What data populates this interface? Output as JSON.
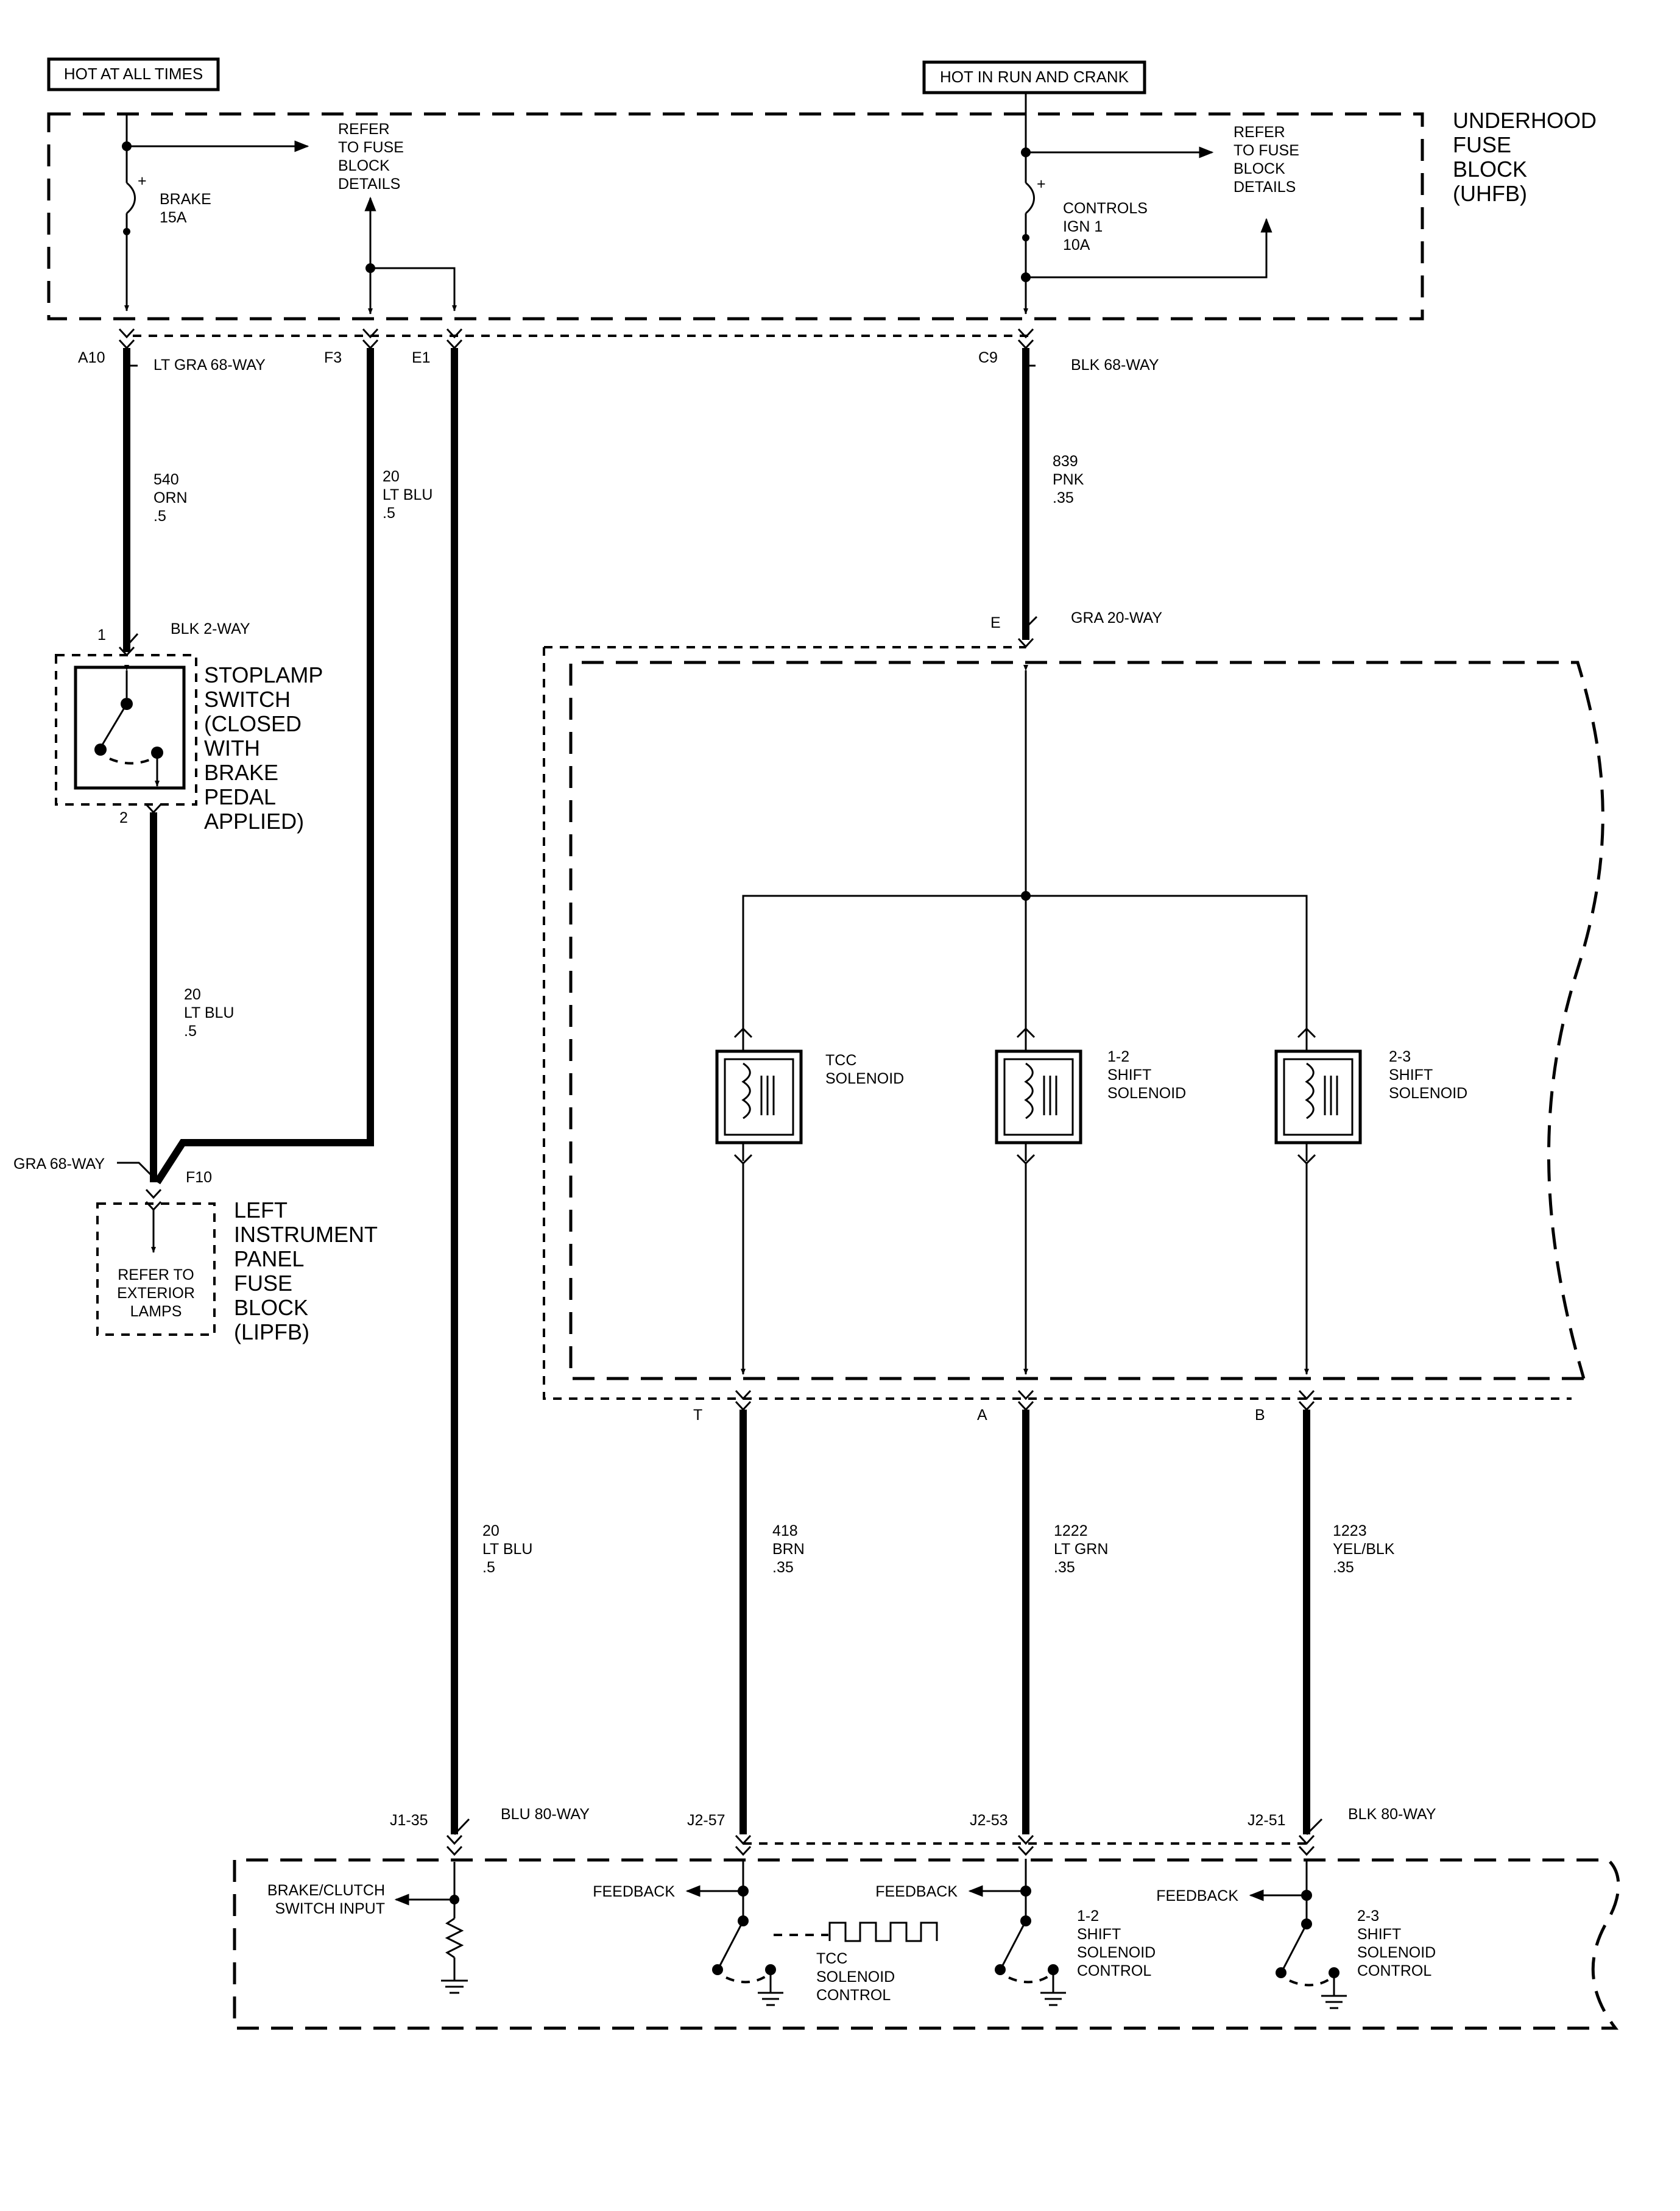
{
  "power": {
    "hot_all_times": "HOT AT ALL TIMES",
    "hot_run_crank": "HOT IN RUN AND CRANK"
  },
  "uhfb": {
    "l1": "UNDERHOOD",
    "l2": "FUSE",
    "l3": "BLOCK",
    "l4": "(UHFB)"
  },
  "fuse_brake": {
    "name": "BRAKE",
    "rating": "15A"
  },
  "fuse_controls": {
    "l1": "CONTROLS",
    "l2": "IGN 1",
    "l3": "10A"
  },
  "refer_fuse_1": {
    "l1": "REFER",
    "l2": "TO FUSE",
    "l3": "BLOCK",
    "l4": "DETAILS"
  },
  "refer_fuse_2": {
    "l1": "REFER",
    "l2": "TO FUSE",
    "l3": "BLOCK",
    "l4": "DETAILS"
  },
  "uhfb_pins": {
    "a10": "A10",
    "f3": "F3",
    "e1": "E1",
    "c9": "C9"
  },
  "connectors": {
    "lt_gra_68": "LT GRA 68-WAY",
    "blk_68": "BLK 68-WAY",
    "blk_2": "BLK 2-WAY",
    "gra_20": "GRA 20-WAY",
    "gra_68": "GRA 68-WAY",
    "blu_80": "BLU 80-WAY",
    "blk_80": "BLK 80-WAY"
  },
  "wires": {
    "w540": {
      "circuit": "540",
      "color": "ORN",
      "size": ".5"
    },
    "w20a": {
      "circuit": "20",
      "color": "LT BLU",
      "size": ".5"
    },
    "w20b": {
      "circuit": "20",
      "color": "LT BLU",
      "size": ".5"
    },
    "w20c": {
      "circuit": "20",
      "color": "LT BLU",
      "size": ".5"
    },
    "w839": {
      "circuit": "839",
      "color": "PNK",
      "size": ".35"
    },
    "w418": {
      "circuit": "418",
      "color": "BRN",
      "size": ".35"
    },
    "w1222": {
      "circuit": "1222",
      "color": "LT GRN",
      "size": ".35"
    },
    "w1223": {
      "circuit": "1223",
      "color": "YEL/BLK",
      "size": ".35"
    }
  },
  "stoplamp": {
    "pin1": "1",
    "pin2": "2",
    "l1": "STOPLAMP",
    "l2": "SWITCH",
    "l3": "(CLOSED",
    "l4": "WITH",
    "l5": "BRAKE",
    "l6": "PEDAL",
    "l7": "APPLIED)"
  },
  "lipfb": {
    "pin": "F10",
    "l1": "LEFT",
    "l2": "INSTRUMENT",
    "l3": "PANEL",
    "l4": "FUSE",
    "l5": "BLOCK",
    "l6": "(LIPFB)",
    "refer_l1": "REFER TO",
    "refer_l2": "EXTERIOR",
    "refer_l3": "LAMPS"
  },
  "trans_pins": {
    "e": "E",
    "t": "T",
    "a": "A",
    "b": "B"
  },
  "solenoids": {
    "tcc": {
      "l1": "TCC",
      "l2": "SOLENOID"
    },
    "s12": {
      "l1": "1-2",
      "l2": "SHIFT",
      "l3": "SOLENOID"
    },
    "s23": {
      "l1": "2-3",
      "l2": "SHIFT",
      "l3": "SOLENOID"
    }
  },
  "pcm_pins": {
    "j1_35": "J1-35",
    "j2_57": "J2-57",
    "j2_53": "J2-53",
    "j2_51": "J2-51"
  },
  "pcm": {
    "brake_input_l1": "BRAKE/CLUTCH",
    "brake_input_l2": "SWITCH INPUT",
    "feedback": "FEEDBACK",
    "tcc_ctrl": {
      "l1": "TCC",
      "l2": "SOLENOID",
      "l3": "CONTROL"
    },
    "s12_ctrl": {
      "l1": "1-2",
      "l2": "SHIFT",
      "l3": "SOLENOID",
      "l4": "CONTROL"
    },
    "s23_ctrl": {
      "l1": "2-3",
      "l2": "SHIFT",
      "l3": "SOLENOID",
      "l4": "CONTROL"
    }
  }
}
